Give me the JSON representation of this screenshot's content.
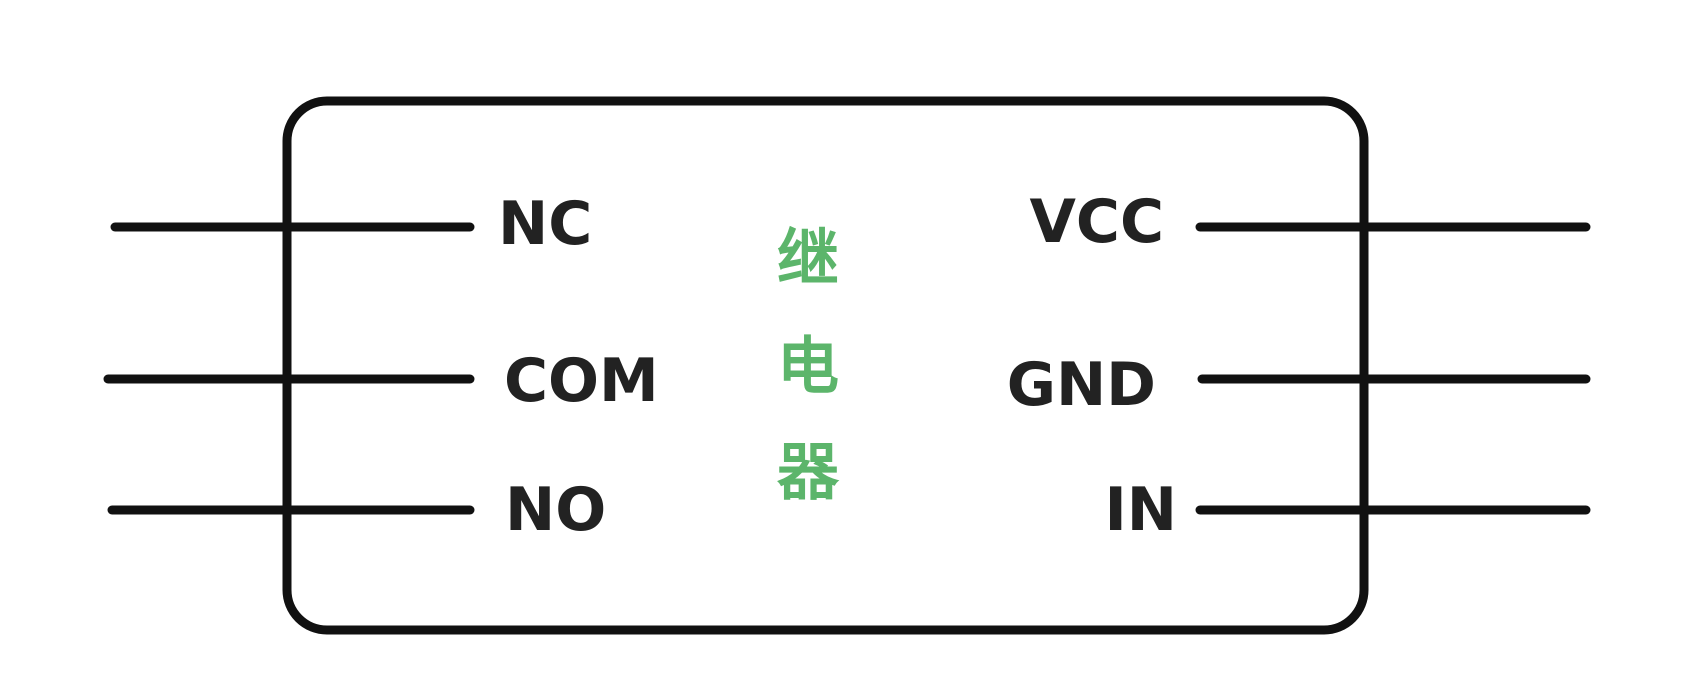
{
  "module": {
    "title_chars": [
      "继",
      "电",
      "器"
    ],
    "title_color": "#5cb56b"
  },
  "pins_left": [
    {
      "label": "NC"
    },
    {
      "label": "COM"
    },
    {
      "label": "NO"
    }
  ],
  "pins_right": [
    {
      "label": "VCC"
    },
    {
      "label": "GND"
    },
    {
      "label": "IN"
    }
  ]
}
